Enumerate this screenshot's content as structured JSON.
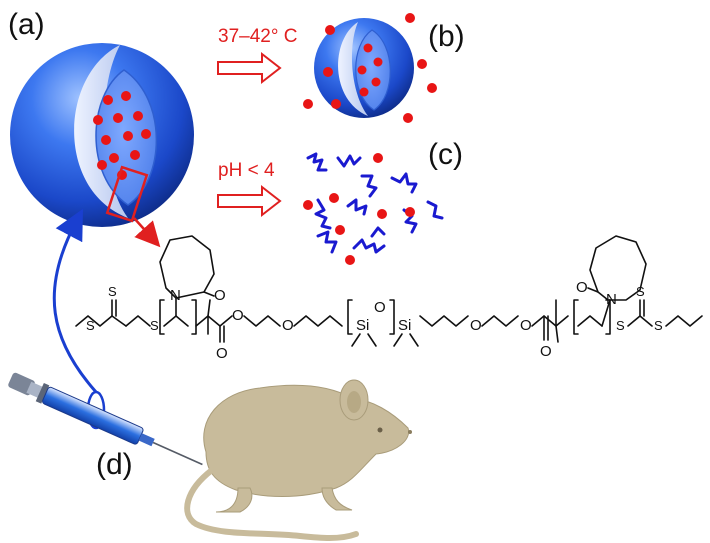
{
  "labels": {
    "a": "(a)",
    "b": "(b)",
    "c": "(c)",
    "d": "(d)"
  },
  "conditions": {
    "temperature": "37–42° C",
    "ph": "pH < 4"
  },
  "chemistry": {
    "atoms": {
      "S": "S",
      "N": "N",
      "O": "O",
      "Si": "Si"
    }
  },
  "colors": {
    "sphere_blue": "#1b4fd6",
    "payload_red": "#e81515",
    "arrow_red": "#e02020",
    "polymer_blue": "#1a1ad0",
    "mouse_tan": "#c8bb9b",
    "syringe_blue": "#2b6fe0"
  }
}
